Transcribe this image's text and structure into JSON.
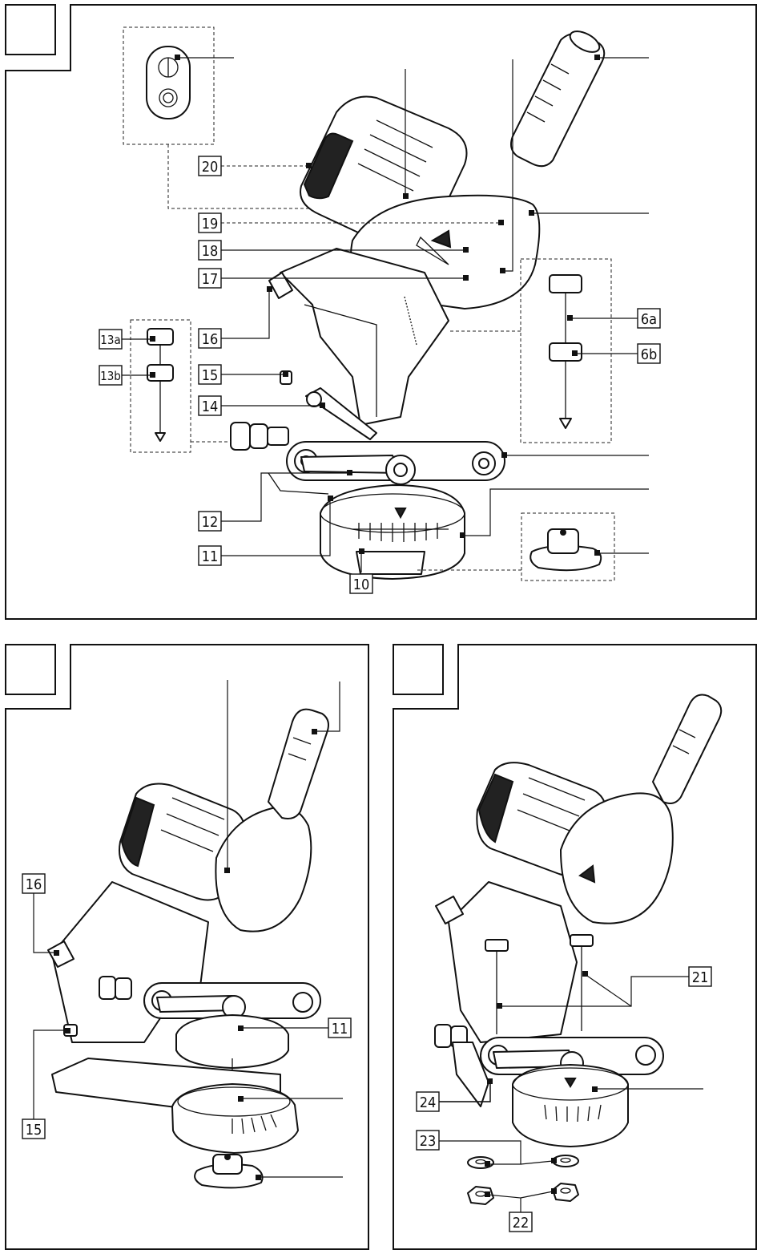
{
  "figure": {
    "panels": [
      {
        "id": "panel-1",
        "callouts": [
          "20",
          "19",
          "18",
          "17",
          "16",
          "15",
          "14",
          "13a",
          "13b",
          "12",
          "11",
          "10",
          "6a",
          "6b"
        ]
      },
      {
        "id": "panel-2",
        "callouts": [
          "16",
          "11",
          "15"
        ]
      },
      {
        "id": "panel-3",
        "callouts": [
          "21",
          "24",
          "23",
          "22"
        ]
      }
    ]
  },
  "labels": {
    "p1": {
      "c20": "20",
      "c19": "19",
      "c18": "18",
      "c17": "17",
      "c16": "16",
      "c15": "15",
      "c14": "14",
      "c13a": "13a",
      "c13b": "13b",
      "c12": "12",
      "c11": "11",
      "c10": "10",
      "c6a": "6a",
      "c6b": "6b"
    },
    "p2": {
      "c16": "16",
      "c11": "11",
      "c15": "15"
    },
    "p3": {
      "c21": "21",
      "c24": "24",
      "c23": "23",
      "c22": "22"
    }
  },
  "colors": {
    "ink": "#111111",
    "paper": "#ffffff"
  }
}
